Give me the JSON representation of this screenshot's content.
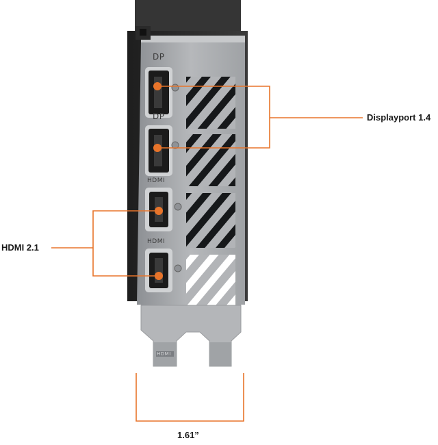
{
  "colors": {
    "accent": "#e8742a",
    "bracket": "#a9abae",
    "bracket_dark": "#7f8286",
    "card_body": "#2b2b2b",
    "port_frame": "#1b1b1b"
  },
  "callouts": {
    "displayport": "Displayport 1.4",
    "hdmi": "HDMI 2.1",
    "width": "1.61”"
  },
  "port_labels": {
    "dp_top": "DP",
    "dp_bottom": "DP",
    "hdmi_top": "HDMI",
    "hdmi_bottom": "HDMI"
  },
  "bracket_text": "HDMI"
}
